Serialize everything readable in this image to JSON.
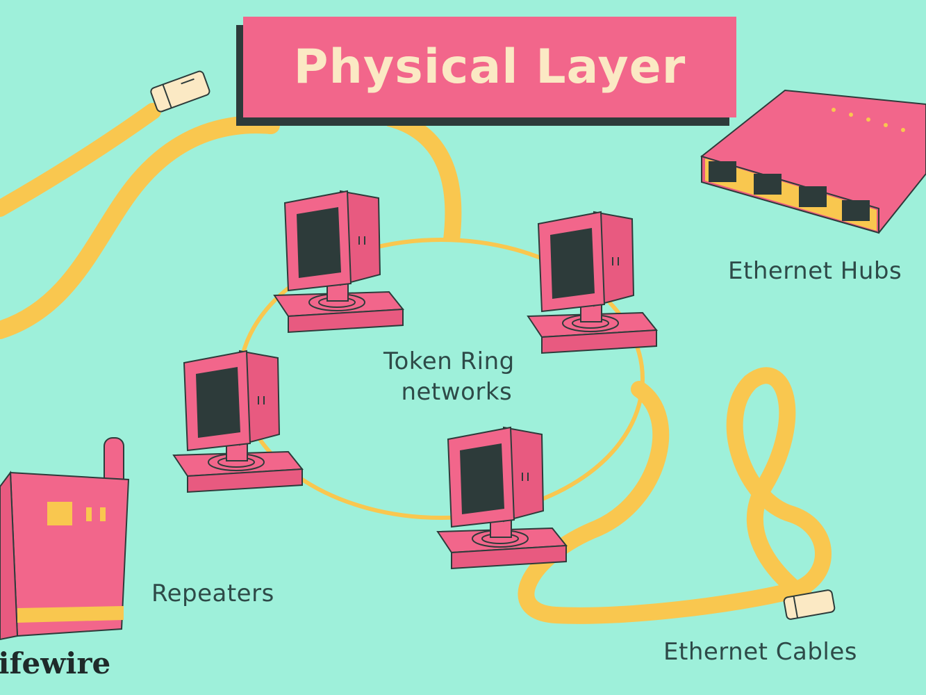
{
  "title": "Physical Layer",
  "labels": {
    "token_ring": [
      "Token Ring",
      "networks"
    ],
    "ethernet_hubs": "Ethernet Hubs",
    "repeaters": "Repeaters",
    "ethernet_cables": "Ethernet Cables"
  },
  "logo_text": "Lifewire",
  "colors": {
    "background": "#9ef0da",
    "pink": "#f2668b",
    "cable": "#f9c74f",
    "dark": "#2d3b3a",
    "title_text": "#fbe9c4",
    "label_text": "#2e4a48"
  }
}
